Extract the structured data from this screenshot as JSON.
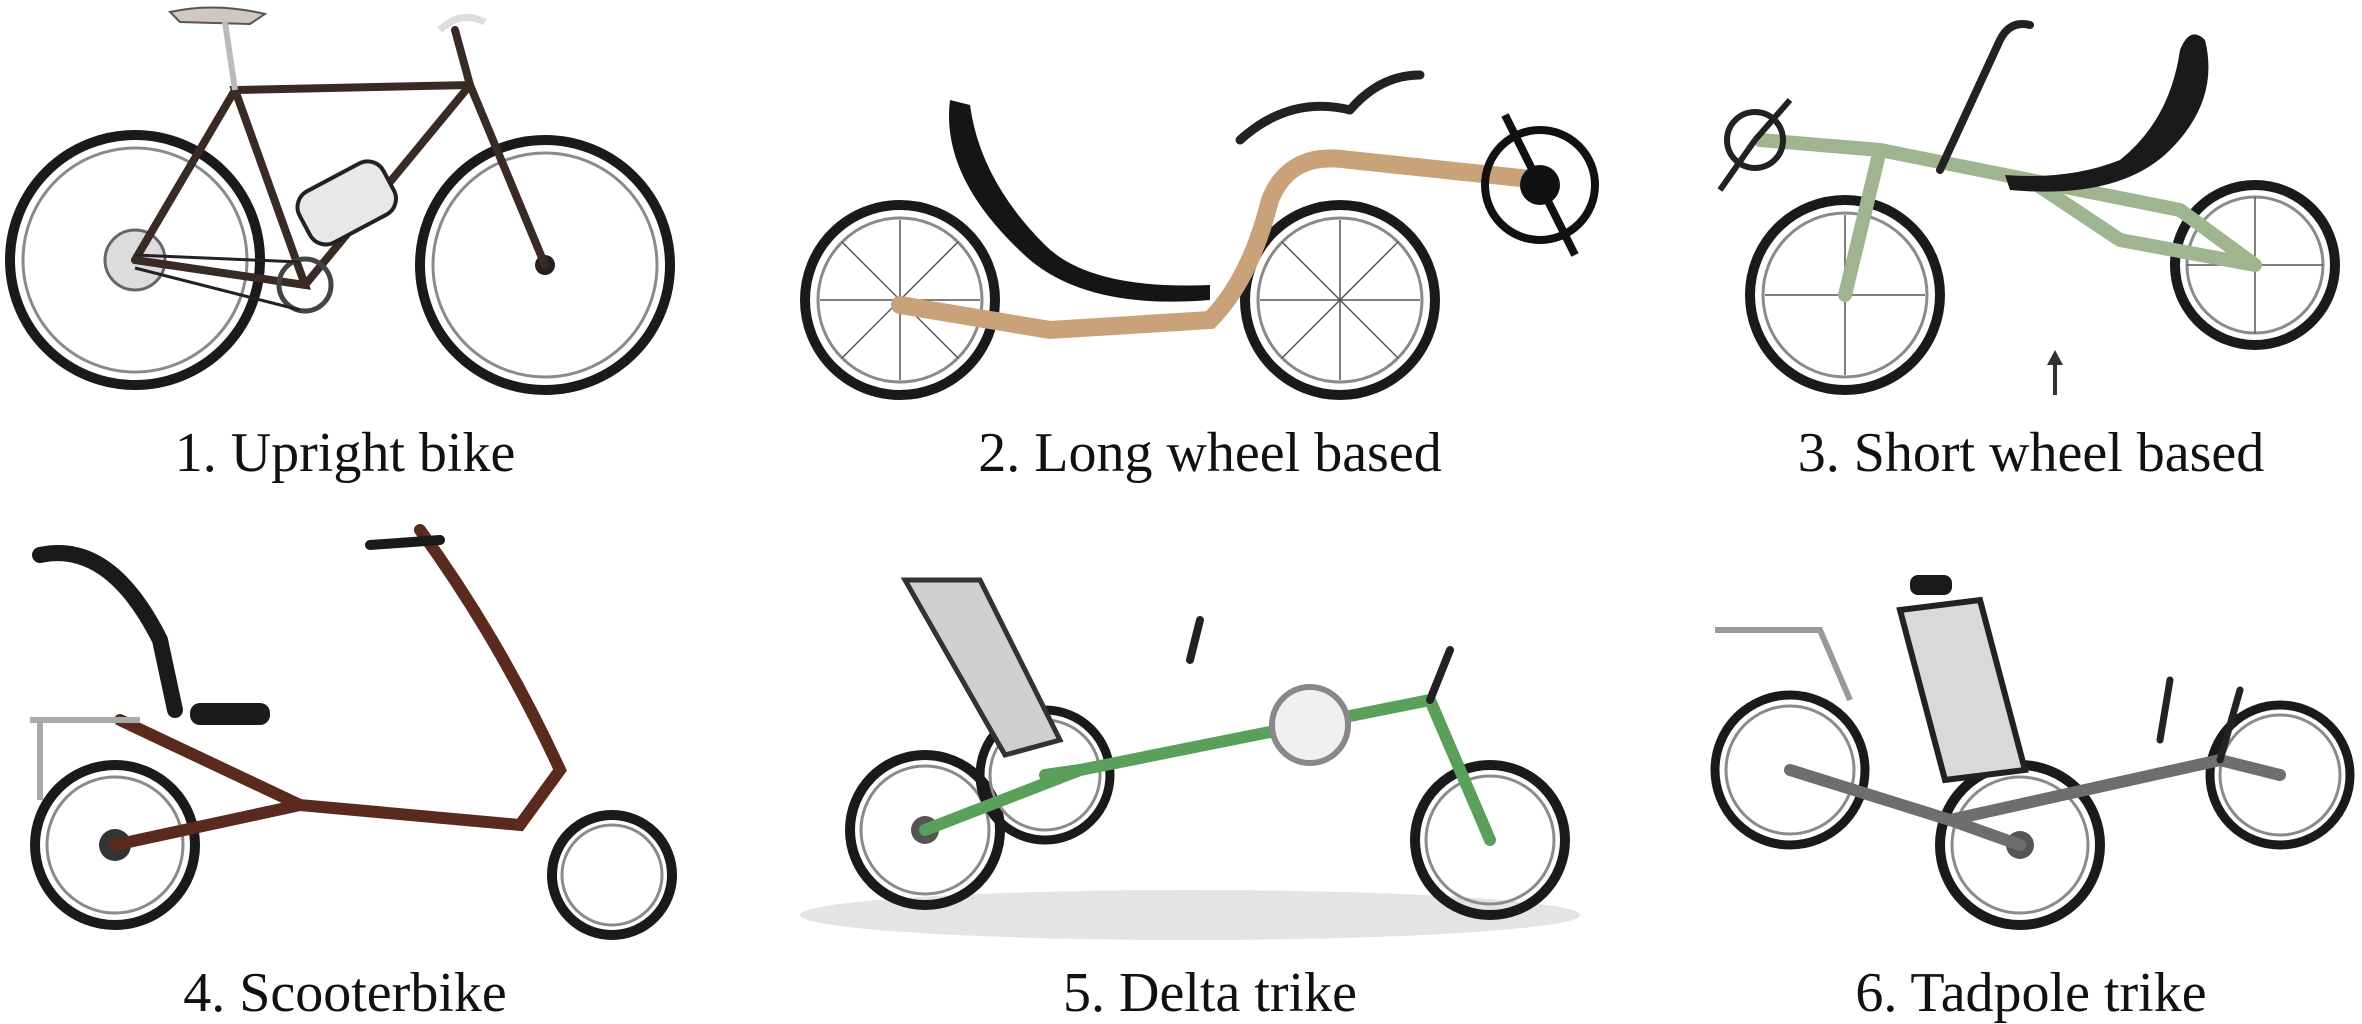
{
  "figure": {
    "panels": [
      {
        "caption": "1. Upright bike",
        "frame_color": "#3a2a24",
        "accent_color": "#e8ddd0"
      },
      {
        "caption": "2. Long wheel based",
        "frame_color": "#c9a27a",
        "accent_color": "#111111"
      },
      {
        "caption": "3. Short wheel based",
        "frame_color": "#9fb58f",
        "accent_color": "#333333"
      },
      {
        "caption": "4. Scooterbike",
        "frame_color": "#5a2a1e",
        "accent_color": "#1a1a1a"
      },
      {
        "caption": "5. Delta trike",
        "frame_color": "#5aa05a",
        "accent_color": "#888888"
      },
      {
        "caption": "6. Tadpole trike",
        "frame_color": "#6e6e6e",
        "accent_color": "#2a2a2a"
      }
    ]
  }
}
